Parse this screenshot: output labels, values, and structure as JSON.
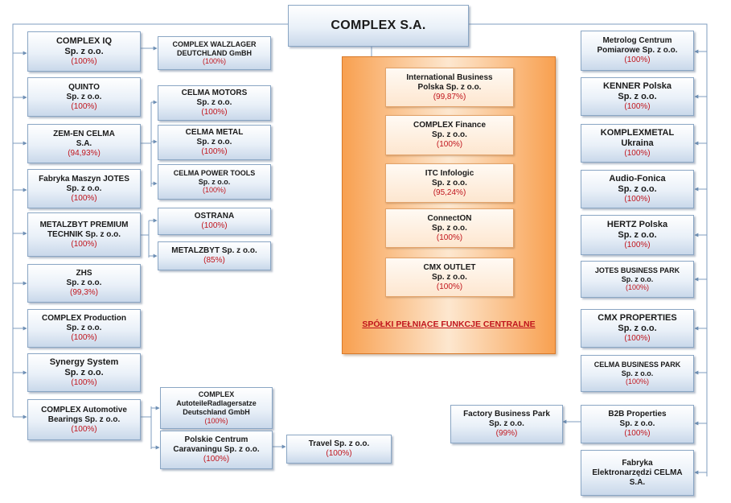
{
  "root": {
    "name": "COMPLEX S.A."
  },
  "central": {
    "label": "SPÓŁKI PEŁNIĄCE FUNKCJE CENTRALNE",
    "companies": [
      {
        "lines": [
          "International Business",
          "Polska Sp. z o.o."
        ],
        "pct": "(99,87%)"
      },
      {
        "lines": [
          "COMPLEX Finance",
          "Sp. z o.o."
        ],
        "pct": "(100%)"
      },
      {
        "lines": [
          "ITC Infologic",
          "Sp. z o.o."
        ],
        "pct": "(95,24%)"
      },
      {
        "lines": [
          "ConnectON",
          "Sp. z o.o."
        ],
        "pct": "(100%)"
      },
      {
        "lines": [
          "CMX OUTLET",
          "Sp. z o.o."
        ],
        "pct": "(100%)"
      }
    ]
  },
  "left": [
    {
      "lines": [
        "COMPLEX IQ",
        "Sp. z o.o."
      ],
      "pct": "(100%)"
    },
    {
      "lines": [
        "QUINTO",
        "Sp. z o.o."
      ],
      "pct": "(100%)"
    },
    {
      "lines": [
        "ZEM-EN CELMA",
        "S.A."
      ],
      "pct": "(94,93%)"
    },
    {
      "lines": [
        "Fabryka Maszyn JOTES",
        "Sp. z o.o."
      ],
      "pct": "(100%)"
    },
    {
      "lines": [
        "METALZBYT PREMIUM",
        "TECHNIK Sp. z o.o."
      ],
      "pct": "(100%)"
    },
    {
      "lines": [
        "ZHS",
        "Sp. z o.o."
      ],
      "pct": "(99,3%)"
    },
    {
      "lines": [
        "COMPLEX Production",
        "Sp. z o.o."
      ],
      "pct": "(100%)"
    },
    {
      "lines": [
        "Synergy System",
        "Sp. z o.o."
      ],
      "pct": "(100%)"
    },
    {
      "lines": [
        "COMPLEX Automotive",
        "Bearings Sp. z o.o."
      ],
      "pct": "(100%)"
    }
  ],
  "left_sub": [
    {
      "lines": [
        "COMPLEX WALZLAGER",
        "DEUTCHLAND GmBH"
      ],
      "pct": "(100%)"
    },
    {
      "lines": [
        "CELMA MOTORS",
        "Sp. z o.o."
      ],
      "pct": "(100%)"
    },
    {
      "lines": [
        "CELMA METAL",
        "Sp. z o.o."
      ],
      "pct": "(100%)"
    },
    {
      "lines": [
        "CELMA POWER TOOLS",
        "Sp. z o.o."
      ],
      "pct": "(100%)"
    },
    {
      "lines": [
        "OSTRANA"
      ],
      "pct": "(100%)"
    },
    {
      "lines": [
        "METALZBYT Sp. z o.o."
      ],
      "pct": "(85%)"
    },
    {
      "lines": [
        "COMPLEX",
        "AutoteileRadlagersatze",
        "Deutschland GmbH"
      ],
      "pct": "(100%)"
    },
    {
      "lines": [
        "Polskie Centrum",
        "Caravaningu Sp. z o.o."
      ],
      "pct": "(100%)"
    },
    {
      "lines": [
        "Travel Sp. z o.o."
      ],
      "pct": "(100%)"
    }
  ],
  "right": [
    {
      "lines": [
        "Metrolog Centrum",
        "Pomiarowe Sp. z o.o."
      ],
      "pct": "(100%)"
    },
    {
      "lines": [
        "KENNER Polska",
        "Sp. z o.o."
      ],
      "pct": "(100%)"
    },
    {
      "lines": [
        "KOMPLEXMETAL",
        "Ukraina"
      ],
      "pct": "(100%)"
    },
    {
      "lines": [
        "Audio-Fonica",
        "Sp. z o.o."
      ],
      "pct": "(100%)"
    },
    {
      "lines": [
        "HERTZ Polska",
        "Sp. z o.o."
      ],
      "pct": "(100%)"
    },
    {
      "lines": [
        "JOTES BUSINESS PARK",
        "Sp. z o.o."
      ],
      "pct": "(100%)"
    },
    {
      "lines": [
        "CMX PROPERTIES",
        "Sp. z o.o."
      ],
      "pct": "(100%)"
    },
    {
      "lines": [
        "CELMA BUSINESS PARK",
        "Sp. z o.o."
      ],
      "pct": "(100%)"
    },
    {
      "lines": [
        "B2B Properties",
        "Sp. z o.o."
      ],
      "pct": "(100%)"
    },
    {
      "lines": [
        "Fabryka",
        "Elektronarzędzi CELMA",
        "S.A."
      ],
      "pct": ""
    }
  ],
  "right_sub": [
    {
      "lines": [
        "Factory Business Park",
        "Sp. z o.o."
      ],
      "pct": "(99%)"
    }
  ]
}
